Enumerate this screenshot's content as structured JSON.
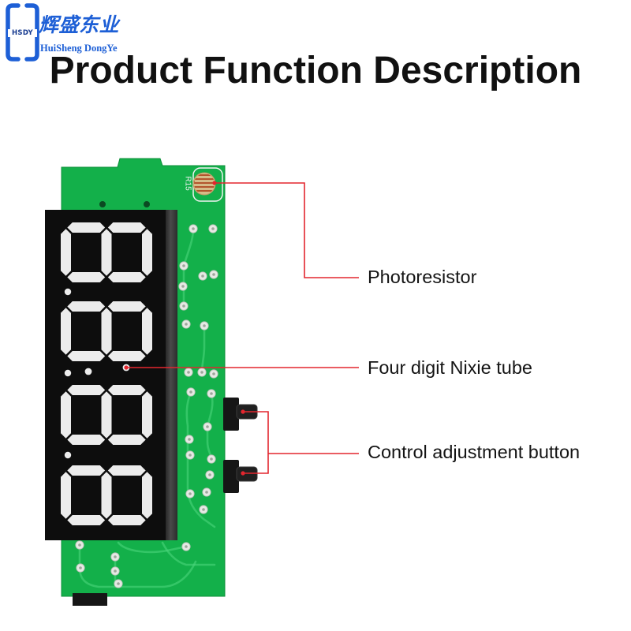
{
  "logo": {
    "mark_text": "HSDY",
    "name_cn": "辉盛东业",
    "name_en": "HuiSheng DongYe"
  },
  "title": "Product Function Description",
  "board": {
    "silkscreen_label": "R15"
  },
  "callouts": [
    {
      "label": "Photoresistor"
    },
    {
      "label": "Four digit Nixie tube"
    },
    {
      "label": "Control adjustment button"
    }
  ],
  "colors": {
    "brand": "#1d5fd6",
    "title": "#111111",
    "callout_line": "#e3262e",
    "pcb": "#13b04a",
    "display": "#0d0d0d",
    "segment": "#ececec",
    "background": "#ffffff"
  }
}
